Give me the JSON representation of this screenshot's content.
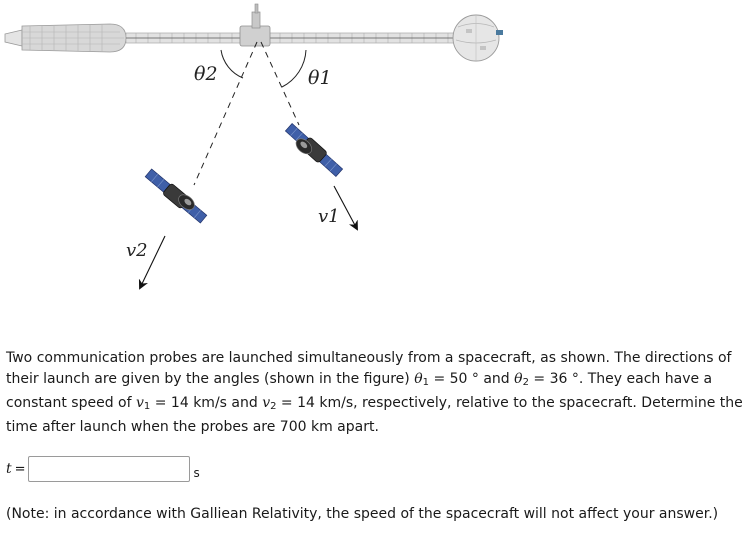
{
  "figure": {
    "theta1_label": "θ1",
    "theta2_label": "θ2",
    "v1_label": "v1",
    "v2_label": "v2",
    "station_icon": "space-station-icon",
    "probe_icon": "satellite-probe-icon",
    "colors": {
      "station_body": "#d8d8d8",
      "station_edge": "#9a9a9a",
      "panel_blue": "#3f5fa8",
      "probe_dark": "#2a2a2a",
      "line": "#222222"
    }
  },
  "problem": {
    "part1": "Two communication probes are launched simultaneously from a spacecraft, as shown. The directions of their launch are given by the angles (shown in the figure) ",
    "theta1_sym": "θ",
    "theta1_sub": "1",
    "theta1_eq": " = 50 ° and ",
    "theta2_sym": "θ",
    "theta2_sub": "2",
    "theta2_eq": " = 36 °. They each have a constant speed of ",
    "v1_sym": "v",
    "v1_sub": "1",
    "v1_eq": " = 14 km/s and ",
    "v2_sym": "v",
    "v2_sub": "2",
    "v2_eq": " = 14 km/s, respectively, relative to the spacecraft. Determine the time after launch when the probes are 700 km apart."
  },
  "answer": {
    "variable": "t",
    "equals": "=",
    "value": "",
    "unit": "s"
  },
  "note": "(Note: in accordance with Galliean Relativity, the speed of the spacecraft will not affect your answer.)"
}
